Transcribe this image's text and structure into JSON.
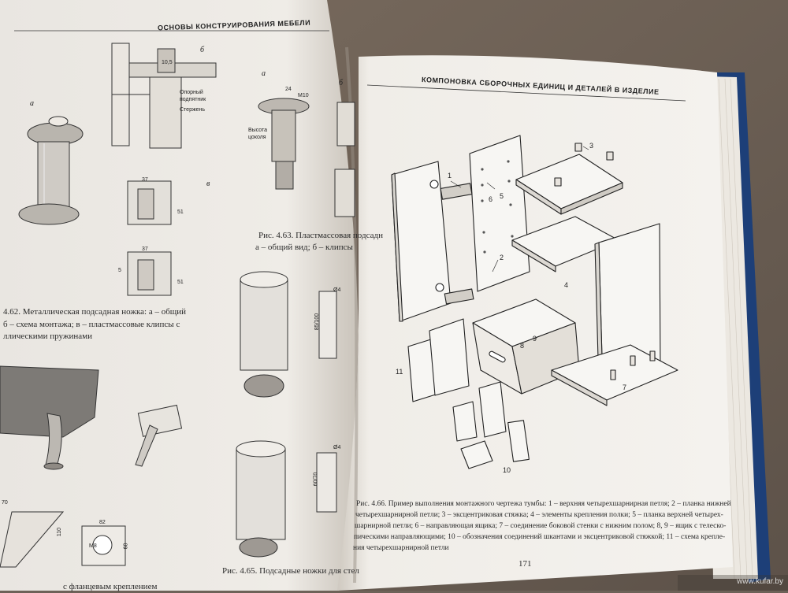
{
  "left_page": {
    "header": "ОСНОВЫ КОНСТРУИРОВАНИЯ МЕБЕЛИ",
    "fig62_labels": {
      "a": "а",
      "b": "б",
      "v": "в"
    },
    "fig62_dims": {
      "d1": "10,5",
      "d2": "37",
      "d3": "51",
      "d4": "37",
      "d5": "5",
      "d6": "51"
    },
    "fig62_parts": {
      "p1": "Опорный",
      "p2": "подпятник",
      "p3": "Стержень"
    },
    "fig62_caption": [
      "4.62. Металлическая подсадная ножка: а – общий",
      "б – схема монтажа; в – пластмассовые клипсы с",
      "ллическими пружинами"
    ],
    "fig63_labels": {
      "a": "а",
      "b": "б"
    },
    "fig63_dims": {
      "d1": "24",
      "d2": "M10",
      "d3": "Высота",
      "d4": "цоколя"
    },
    "fig63_caption": [
      "Рис. 4.63. Пластмассовая подсадн",
      "а – общий вид; б – клипсы"
    ],
    "fig65_dims": {
      "d1": "Ø4",
      "d2": "85/100",
      "d3": "Ø4",
      "d4": "60/70"
    },
    "fig65_caption": "Рис. 4.65. Подсадные ножки для стел",
    "bottom_dims": {
      "d1": "70",
      "d2": "110",
      "d3": "82",
      "d4": "M8",
      "d5": "68"
    },
    "bottom_caption": "с фланцевым креплением"
  },
  "right_page": {
    "header": "КОМПОНОВКА СБОРОЧНЫХ ЕДИНИЦ И ДЕТАЛЕЙ В ИЗДЕЛИЕ",
    "callouts": [
      "1",
      "2",
      "3",
      "4",
      "5",
      "6",
      "7",
      "8",
      "9",
      "10",
      "11"
    ],
    "caption": [
      "Рис. 4.66. Пример выполнения монтажного чертежа тумбы: 1 – верхняя четырехшарнирная петля; 2 – планка нижней",
      "четырехшарнирной петли; 3 – эксцентриковая стяжка; 4 – элементы крепления полки; 5 – планка верхней четырех-",
      "шарнирной петли; 6 – направляющая ящика; 7 – соединение боковой стенки с нижним полом; 8, 9 – ящик с телеско-",
      "пическими направляющими; 10 – обозначения соединений шкантами и эксцентриковой стяжкой; 11 – схема крепле-",
      "ния четырехшарнирной петли"
    ],
    "page_number": "171"
  },
  "watermark": "www.kufar.by",
  "colors": {
    "page": "#f1eeea",
    "page_shadow": "#d9d4cc",
    "background": "#6d6258",
    "binding": "#1d3f78",
    "ink": "#222222"
  }
}
